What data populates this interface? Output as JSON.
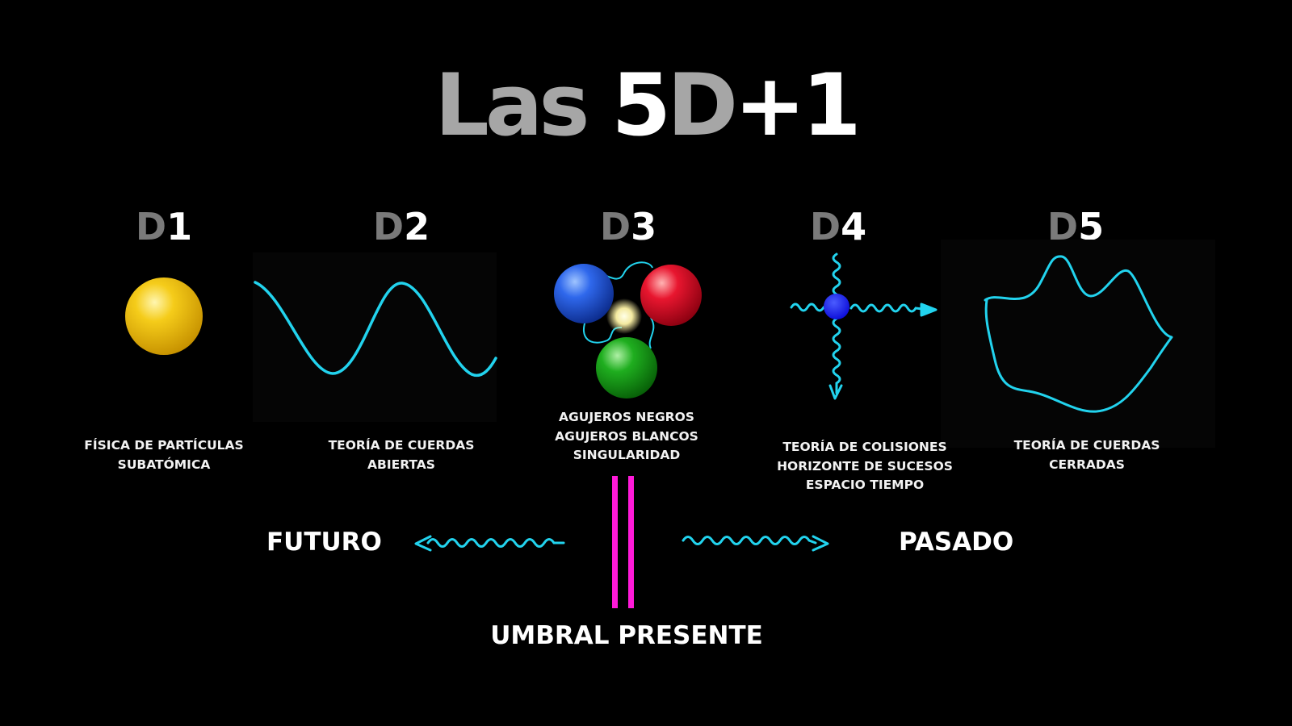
{
  "title": {
    "part1": "Las",
    "part2": "5",
    "part3": "D",
    "part4": "+1"
  },
  "dimensions": [
    {
      "letter": "D",
      "number": "1",
      "lines": [
        "FÍSICA DE PARTÍCULAS",
        "SUBATÓMICA"
      ]
    },
    {
      "letter": "D",
      "number": "2",
      "lines": [
        "TEORÍA DE CUERDAS",
        "ABIERTAS"
      ]
    },
    {
      "letter": "D",
      "number": "3",
      "lines": [
        "AGUJEROS NEGROS",
        "AGUJEROS BLANCOS",
        "SINGULARIDAD"
      ]
    },
    {
      "letter": "D",
      "number": "4",
      "lines": [
        "TEORÍA DE COLISIONES",
        "HORIZONTE DE SUCESOS",
        "ESPACIO TIEMPO"
      ]
    },
    {
      "letter": "D",
      "number": "5",
      "lines": [
        "TEORÍA DE CUERDAS",
        "CERRADAS"
      ]
    }
  ],
  "timeline": {
    "left": "FUTURO",
    "right": "PASADO",
    "threshold": "UMBRAL PRESENTE"
  },
  "colors": {
    "background": "#000000",
    "string": "#22d3ee",
    "threshold": "#ff1ad9",
    "particle_yellow": "#f2c200",
    "quark_blue": "#1f4fd6",
    "quark_red": "#e0102a",
    "quark_green": "#16a016",
    "d4_particle": "#1010ee"
  },
  "icons": [
    "yellow-particle-icon",
    "open-string-wave-icon",
    "quark-triad-icon",
    "wavy-crossed-arrows-icon",
    "closed-string-loop-icon",
    "wavy-left-arrow-icon",
    "wavy-right-arrow-icon",
    "double-magenta-bar-icon"
  ]
}
